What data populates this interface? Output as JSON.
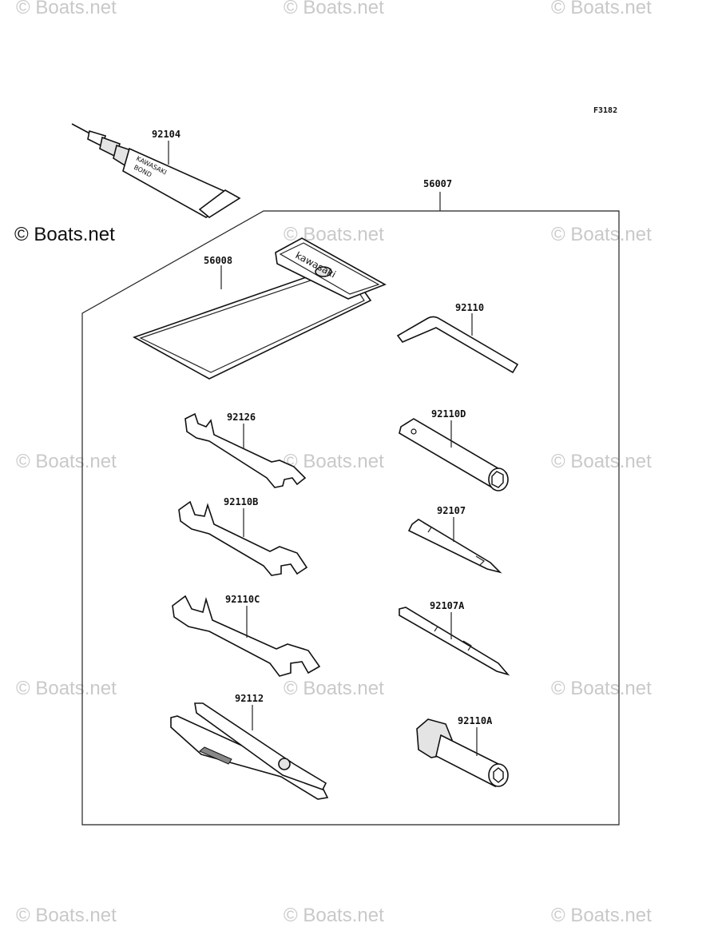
{
  "watermark": "© Boats.net",
  "copyright_notice": "© Boats.net",
  "figure_code": "F3182",
  "parts": {
    "bond": {
      "number": "92104",
      "tube_text_1": "KAWASAKI",
      "tube_text_2": "BOND"
    },
    "tool_kit": {
      "number": "56007"
    },
    "tool_bag": {
      "number": "56008",
      "brand": "kawasaki"
    },
    "hex_key": {
      "number": "92110"
    },
    "wrench_1": {
      "number": "92126"
    },
    "box_wrench": {
      "number": "92110D"
    },
    "wrench_2": {
      "number": "92110B"
    },
    "screwdriver": {
      "number": "92107"
    },
    "wrench_3": {
      "number": "92110C"
    },
    "screwdriver_bit": {
      "number": "92107A"
    },
    "pliers": {
      "number": "92112"
    },
    "socket": {
      "number": "92110A"
    }
  }
}
